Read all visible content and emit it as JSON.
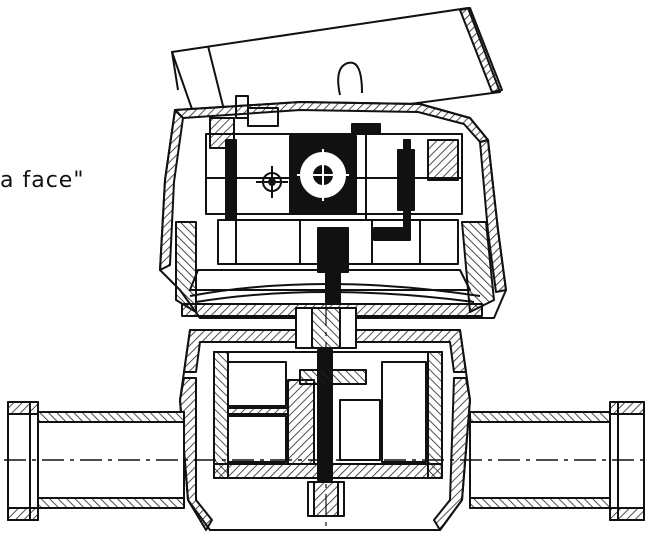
{
  "caption": {
    "text": "a  face\""
  },
  "colors": {
    "ink": "#111111",
    "paper": "#ffffff",
    "hatch": "#222222"
  },
  "drawing": {
    "parts": [
      {
        "id": "lid",
        "icon": "hinged-lid"
      },
      {
        "id": "register-housing",
        "icon": "register-housing"
      },
      {
        "id": "gear-train",
        "icon": "gear-train"
      },
      {
        "id": "dial-wheel",
        "icon": "dial-wheel"
      },
      {
        "id": "meter-body",
        "icon": "meter-body"
      },
      {
        "id": "measuring-chamber",
        "icon": "measuring-chamber"
      },
      {
        "id": "left-pipe-connection",
        "icon": "pipe-connection"
      },
      {
        "id": "right-pipe-connection",
        "icon": "pipe-connection"
      },
      {
        "id": "center-line",
        "icon": "center-line"
      }
    ]
  }
}
